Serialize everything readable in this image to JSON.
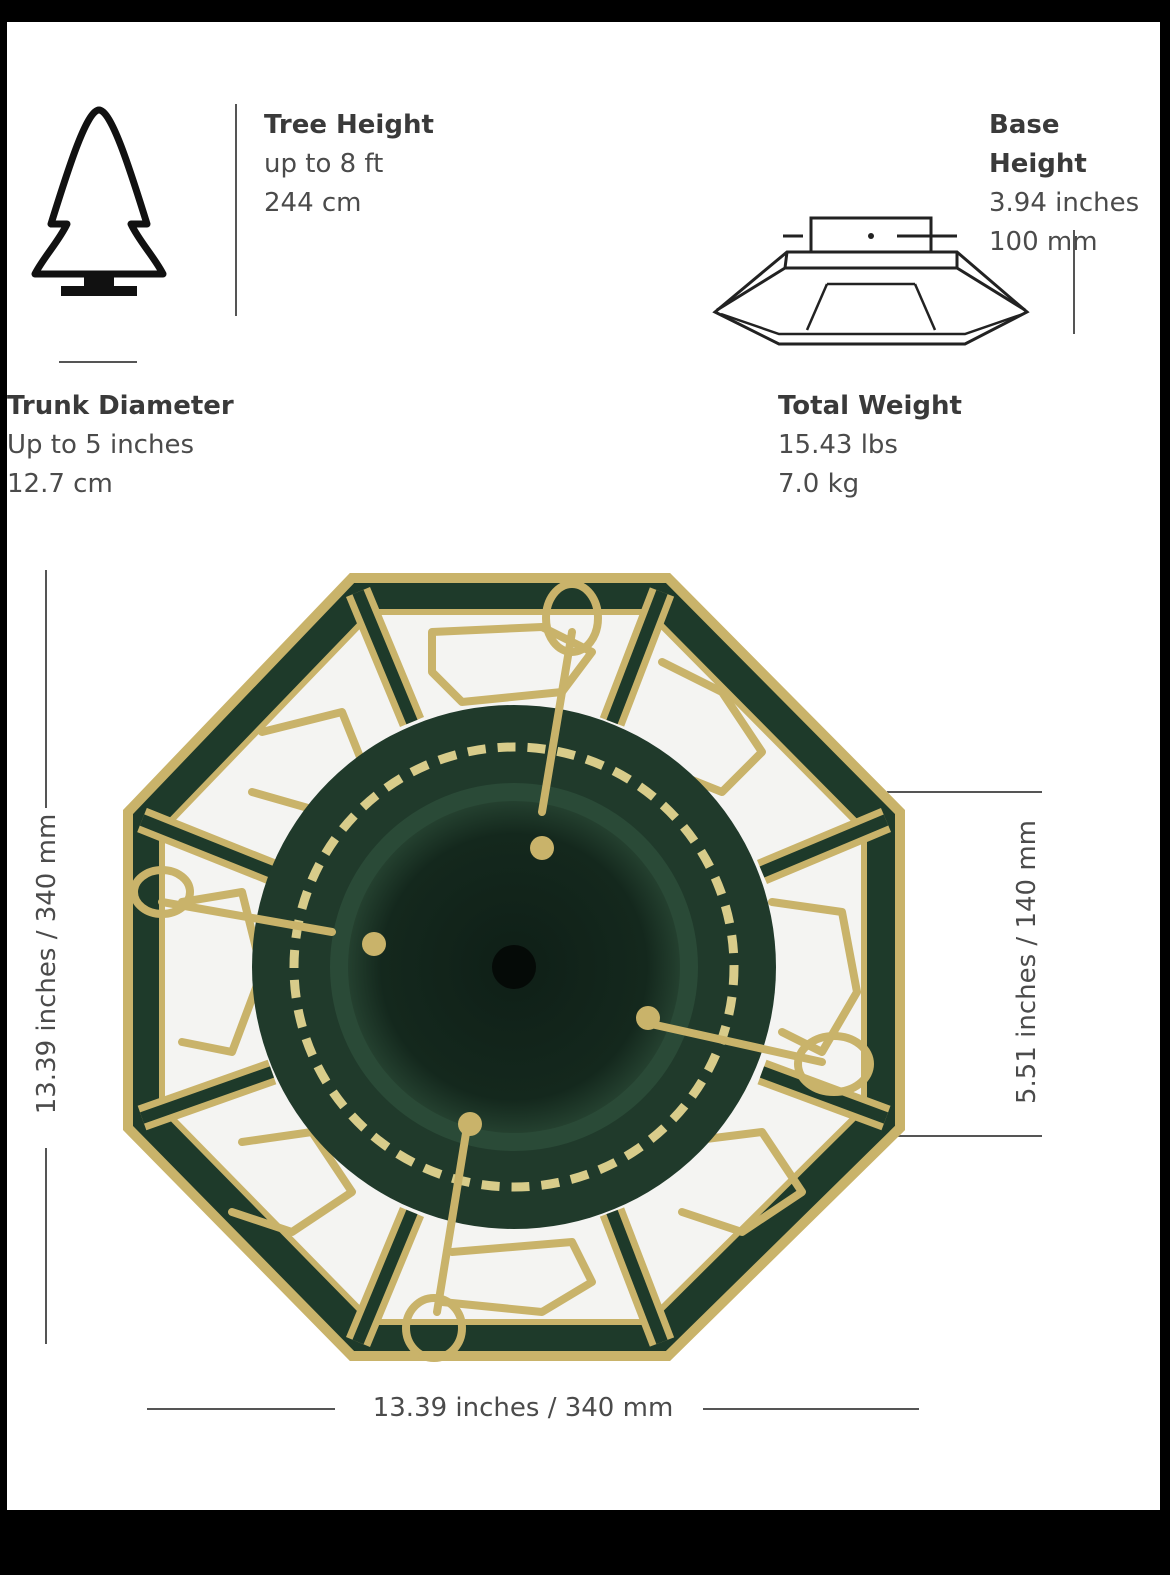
{
  "specs": {
    "tree_height": {
      "title": "Tree Height",
      "line1": "up to 8 ft",
      "line2": "244 cm"
    },
    "base_height": {
      "title": "Base Height",
      "line1": "3.94 inches",
      "line2": "100 mm"
    },
    "trunk_diameter": {
      "title": "Trunk Diameter",
      "line1": "Up to 5 inches",
      "line2": "12.7 cm"
    },
    "total_weight": {
      "title": "Total Weight",
      "line1": "15.43 lbs",
      "line2": "7.0 kg"
    }
  },
  "dimensions": {
    "left": "13.39 inches / 340 mm",
    "right": "5.51 inches / 140 mm",
    "bottom": "13.39 inches / 340 mm"
  },
  "colors": {
    "base_green": "#1f3a2b",
    "brass": "#c9b36a"
  },
  "icons": [
    "tree-icon",
    "stand-outline-icon",
    "tree-stand-photo"
  ]
}
